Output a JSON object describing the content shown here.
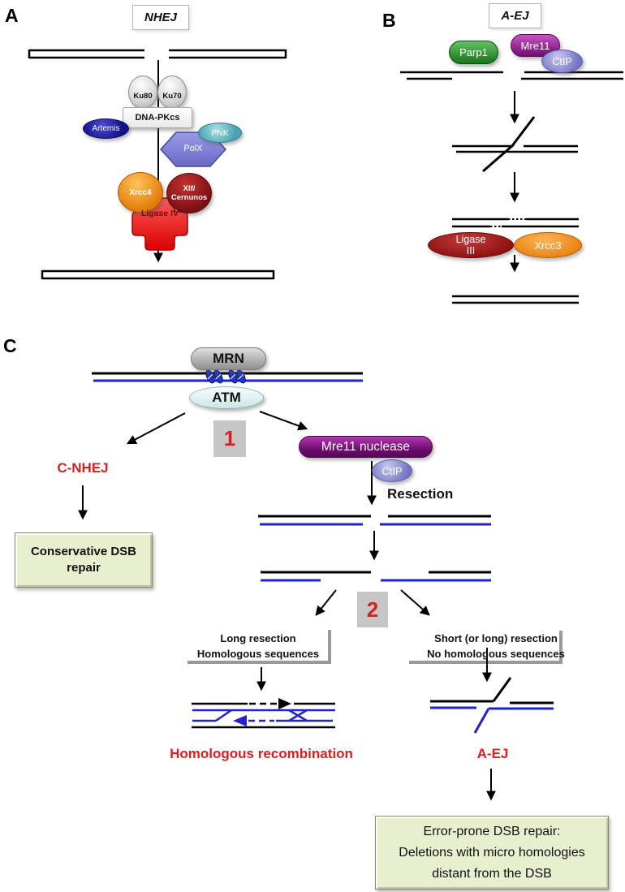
{
  "colors": {
    "dna_blue": "#2222cc",
    "dna_black": "#000000",
    "accent_red": "#d92020",
    "result_box_green": "#e8efcf",
    "step_box_gray": "#c6c6c6"
  },
  "panel_a": {
    "letter": "A",
    "title": "NHEJ",
    "ku80": "Ku80",
    "ku70": "Ku70",
    "dna_pkcs": "DNA-PKcs",
    "artemis": "Artemis",
    "pnk": "PNK",
    "polx": "PolX",
    "xrcc4": "Xrcc4",
    "xlf_line1": "Xlf/",
    "xlf_line2": "Cernunos",
    "ligase_iv": "Ligase IV"
  },
  "panel_b": {
    "letter": "B",
    "title": "A-EJ",
    "parp1": "Parp1",
    "mre11": "Mre11",
    "ctip": "CtIP",
    "ligase_iii_line1": "Ligase",
    "ligase_iii_line2": "III",
    "xrcc3": "Xrcc3"
  },
  "panel_c": {
    "letter": "C",
    "mrn": "MRN",
    "atm": "ATM",
    "step1": "1",
    "step2": "2",
    "c_nhej": "C-NHEJ",
    "mre11_nuclease": "Mre11 nuclease",
    "ctip": "CtIP",
    "resection": "Resection",
    "conservative_line1": "Conservative DSB",
    "conservative_line2": "repair",
    "left_condition_line1": "Long resection",
    "left_condition_line2": "Homologous sequences",
    "right_condition_line1": "Short (or long)  resection",
    "right_condition_line2": "No homologous sequences",
    "hr_label": "Homologous recombination",
    "aej_label": "A-EJ",
    "error_line1": "Error-prone DSB repair:",
    "error_line2": "Deletions with micro homologies",
    "error_line3": "distant from the DSB"
  }
}
